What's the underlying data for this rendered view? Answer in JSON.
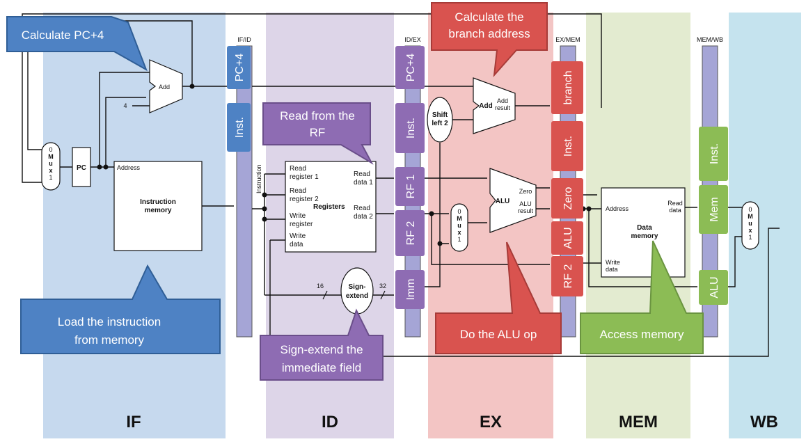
{
  "stages": [
    "IF",
    "ID",
    "EX",
    "MEM",
    "WB"
  ],
  "pipeline_registers": [
    "IF/ID",
    "ID/EX",
    "EX/MEM",
    "MEM/WB"
  ],
  "register_fields": {
    "ifid_pc4": "PC+4",
    "ifid_inst": "Inst.",
    "idex_pc4": "PC+4",
    "idex_inst": "Inst.",
    "idex_rf1": "RF 1",
    "idex_rf2": "RF 2",
    "idex_imm": "Imm",
    "exmem_branch": "branch",
    "exmem_inst": "Inst.",
    "exmem_zero": "Zero",
    "exmem_alu": "ALU",
    "exmem_rf2": "RF 2",
    "memwb_inst": "Inst.",
    "memwb_mem": "Mem",
    "memwb_alu": "ALU"
  },
  "components": {
    "pc": "PC",
    "add": "Add",
    "four": "4",
    "mux_text": "0\nM\nu\nx\n1",
    "instr_mem": "Instruction\nmemory",
    "address": "Address",
    "instruction_wire": "Instruction",
    "registers": "Registers",
    "read_register_1": "Read\nregister 1",
    "read_register_2": "Read\nregister 2",
    "write_register": "Write\nregister",
    "write_data": "Write\ndata",
    "read_data_1": "Read\ndata 1",
    "read_data_2": "Read\ndata 2",
    "shift_left_2": "Shift\nleft 2",
    "add_result": "Add\nresult",
    "alu": "ALU",
    "zero": "Zero",
    "alu_result": "ALU\nresult",
    "sign_extend": "Sign-\nextend",
    "width_16": "16",
    "width_32": "32",
    "data_mem": "Data\nmemory",
    "dm_address": "Address",
    "dm_read_data": "Read\ndata",
    "dm_write_data": "Write\ndata"
  },
  "callouts": {
    "calc_pc4": "Calculate PC+4",
    "branch_addr": "Calculate the\nbranch address",
    "read_rf": "Read from the\nRF",
    "load_instr": "Load the instruction\nfrom memory",
    "alu_op": "Do the ALU op",
    "access_mem": "Access memory",
    "sign_ext": "Sign-extend the\nimmediate field"
  },
  "colors": {
    "if_bg": "#c6d9ee",
    "id_bg": "#ddd5e8",
    "ex_bg": "#f3c5c4",
    "mem_bg": "#e3ebd0",
    "wb_bg": "#c5e3ee",
    "reg_bar": "#a5a5d6",
    "blue": "#4e82c4",
    "purple": "#8e6cb3",
    "red": "#d9534f",
    "green": "#8cbc55"
  }
}
